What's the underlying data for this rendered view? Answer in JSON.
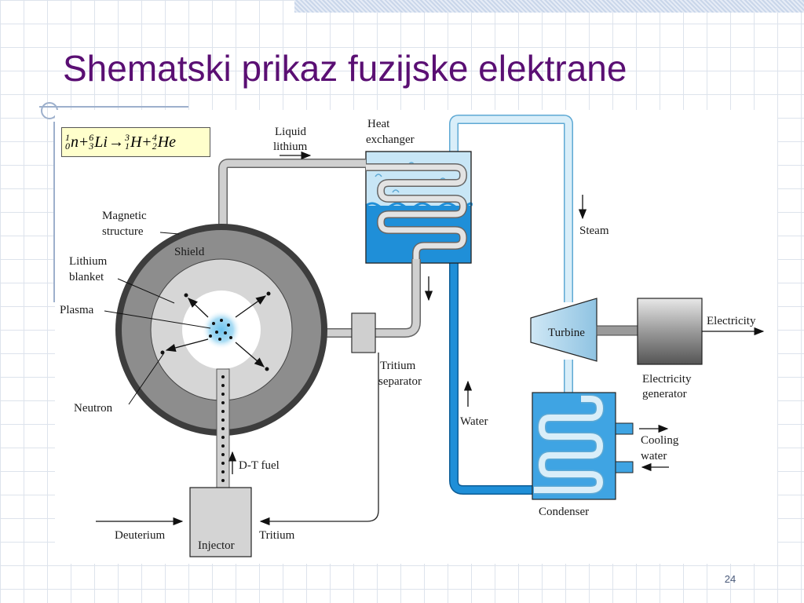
{
  "slide": {
    "title": "Shematski prikaz fuzijske elektrane",
    "page_number": "24"
  },
  "equation": {
    "neutron": {
      "mass": "1",
      "atomic": "0",
      "symbol": "n"
    },
    "lithium": {
      "mass": "6",
      "atomic": "3",
      "symbol": "Li"
    },
    "tritium": {
      "mass": "3",
      "atomic": "1",
      "symbol": "H"
    },
    "helium": {
      "mass": "4",
      "atomic": "2",
      "symbol": "He"
    },
    "plus": "+",
    "arrow": "→"
  },
  "labels": {
    "liquid_lithium_1": "Liquid",
    "liquid_lithium_2": "lithium",
    "heat_exchanger_1": "Heat",
    "heat_exchanger_2": "exchanger",
    "magnetic_structure_1": "Magnetic",
    "magnetic_structure_2": "structure",
    "shield": "Shield",
    "lithium_blanket_1": "Lithium",
    "lithium_blanket_2": "blanket",
    "plasma": "Plasma",
    "neutron": "Neutron",
    "steam": "Steam",
    "turbine": "Turbine",
    "electricity": "Electricity",
    "electricity_generator_1": "Electricity",
    "electricity_generator_2": "generator",
    "tritium_separator_1": "Tritium",
    "tritium_separator_2": "separator",
    "water": "Water",
    "cooling_water_1": "Cooling",
    "cooling_water_2": "water",
    "condenser": "Condenser",
    "dt_fuel": "D-T fuel",
    "deuterium": "Deuterium",
    "injector": "Injector",
    "tritium": "Tritium"
  },
  "colors": {
    "title": "#5a0f73",
    "water_blue": "#1f8fd8",
    "light_blue": "#c8e6f6",
    "shield_dark": "#555555",
    "blanket_gray": "#d6d6d6",
    "pipe_gray": "#bdbdbd",
    "equation_bg": "#ffffcc"
  }
}
